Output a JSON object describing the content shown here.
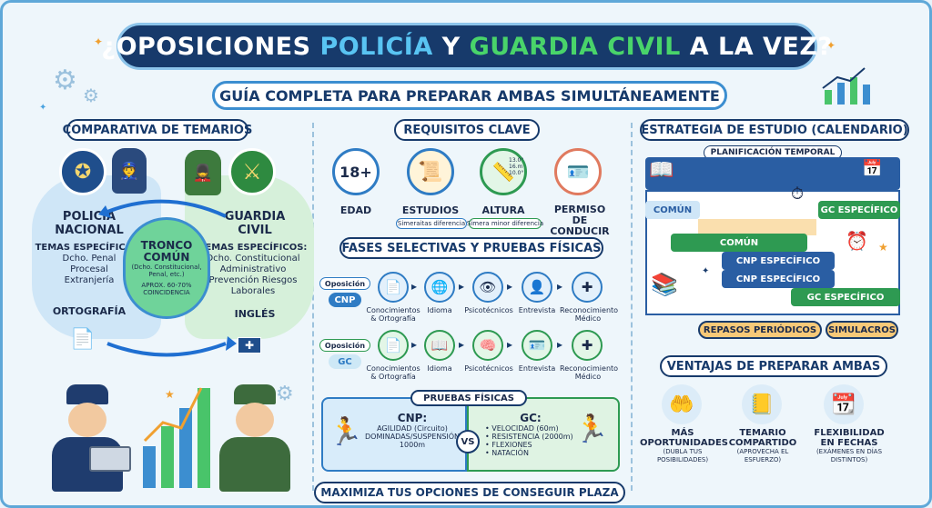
{
  "title": {
    "part1": "¿OPOSICIONES",
    "part2": "POLICÍA",
    "part3": "Y",
    "part4": "GUARDIA CIVIL",
    "part5": "A LA VEZ?"
  },
  "subtitle": "GUÍA COMPLETA PARA PREPARAR AMBAS SIMULTÁNEAMENTE",
  "comparativa": {
    "heading": "COMPARATIVA DE TEMARIOS",
    "pn": {
      "name_line1": "POLICÍA",
      "name_line2": "NACIONAL",
      "temas_title": "TEMAS ESPECÍFICOS:",
      "temas": [
        "Dcho. Penal",
        "Procesal",
        "Extranjería"
      ],
      "extra": "ORTOGRAFÍA"
    },
    "gc": {
      "name_line1": "GUARDIA",
      "name_line2": "CIVIL",
      "temas_title": "TEMAS ESPECÍFICOS:",
      "temas": [
        "Dcho. Constitucional",
        "Administrativo",
        "Prevención Riesgos",
        "Laborales"
      ],
      "extra": "INGLÉS"
    },
    "tronco": {
      "line1": "TRONCO",
      "line2": "COMÚN",
      "detail": "(Dcho. Constitucional, Penal, etc.)",
      "coincidence": "APROX. 60-70% COINCIDENCIA"
    }
  },
  "requisitos": {
    "heading": "REQUISITOS CLAVE",
    "items": [
      {
        "label": "EDAD",
        "icon": "18+",
        "note": ""
      },
      {
        "label": "ESTUDIOS",
        "icon": "📜",
        "note": "Simeraitas diferencia"
      },
      {
        "label": "ALTURA",
        "icon": "📏",
        "note": "Simera minor diferencia"
      },
      {
        "label": "PERMISO DE CONDUCIR",
        "icon": "🪪",
        "note": ""
      }
    ],
    "ruler_marks": [
      "13.0°",
      "16.m",
      "10.0°"
    ]
  },
  "fases": {
    "heading": "FASES SELECTIVAS Y PRUEBAS FÍSICAS",
    "cnp": {
      "tag": "Oposición",
      "code": "CNP",
      "steps": [
        "Conocimientos & Ortografía",
        "Idioma",
        "Psicotécnicos",
        "Entrevista",
        "Reconocimiento Médico"
      ]
    },
    "gc": {
      "tag": "Oposición",
      "code": "GC",
      "steps": [
        "Conocimientos & Ortografía",
        "Idioma",
        "Psicotécnicos",
        "Entrevista",
        "Reconocimiento Médico"
      ]
    },
    "pruebas_heading": "PRUEBAS FÍSICAS",
    "cnp_pruebas": {
      "title": "CNP:",
      "items": [
        "AGILIDAD (Circuito)",
        "DOMINADAS/SUSPENSIÓN",
        "1000m"
      ]
    },
    "gc_pruebas": {
      "title": "GC:",
      "items": [
        "• VELOCIDAD (60m)",
        "• RESISTENCIA (2000m)",
        "• FLEXIONES",
        "• NATACIÓN"
      ]
    },
    "vs": "VS"
  },
  "estrategia": {
    "heading": "ESTRATEGIA DE ESTUDIO (CALENDARIO)",
    "planificacion": "PLANIFICACIÓN TEMPORAL",
    "bars": [
      "COMÚN",
      "GC ESPECÍFICO",
      "COMÚN",
      "CNP ESPECÍFICO",
      "CNP ESPECÍFICO",
      "GC ESPECÍFICO"
    ],
    "repasos": "REPASOS PERIÓDICOS",
    "simulacros": "SIMULACROS"
  },
  "ventajas": {
    "heading": "VENTAJAS DE PREPARAR AMBAS",
    "items": [
      {
        "title_line1": "MÁS",
        "title_line2": "OPORTUNIDADES",
        "detail_line1": "(DUBLA TUS",
        "detail_line2": "POSIBILIDADES)"
      },
      {
        "title_line1": "TEMARIO",
        "title_line2": "COMPARTIDO",
        "detail_line1": "(APROVECHA EL",
        "detail_line2": "ESFUERZO)"
      },
      {
        "title_line1": "FLEXIBILIDAD",
        "title_line2": "EN FECHAS",
        "detail_line1": "(EXÁMENES EN DÍAS",
        "detail_line2": "DISTINTOS)"
      }
    ]
  },
  "footer": "MAXIMIZA TUS OPCIONES DE CONSEGUIR PLAZA",
  "colors": {
    "navy": "#173a6b",
    "blue": "#2f7cc4",
    "green": "#2e9a52",
    "orange": "#f7c978",
    "ltblue": "#cfe6f7"
  }
}
